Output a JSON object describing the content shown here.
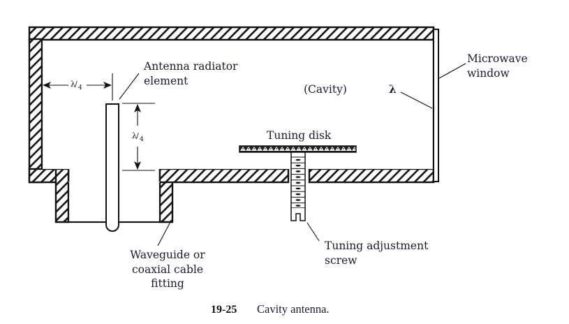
{
  "figure": {
    "number": "19-25",
    "caption": "Cavity antenna."
  },
  "labels": {
    "antenna_radiator_line1": "Antenna radiator",
    "antenna_radiator_line2": "element",
    "cavity": "(Cavity)",
    "lambda": "λ",
    "microwave_window_line1": "Microwave",
    "microwave_window_line2": "window",
    "tuning_disk": "Tuning disk",
    "tuning_screw_line1": "Tuning adjustment",
    "tuning_screw_line2": "screw",
    "waveguide_line1": "Waveguide or",
    "waveguide_line2": "coaxial cable",
    "waveguide_line3": "fitting"
  },
  "dimensions": {
    "horizontal_spacing": {
      "numerator": "λ",
      "denominator": "4"
    },
    "vertical_length": {
      "numerator": "λ",
      "denominator": "4"
    }
  }
}
